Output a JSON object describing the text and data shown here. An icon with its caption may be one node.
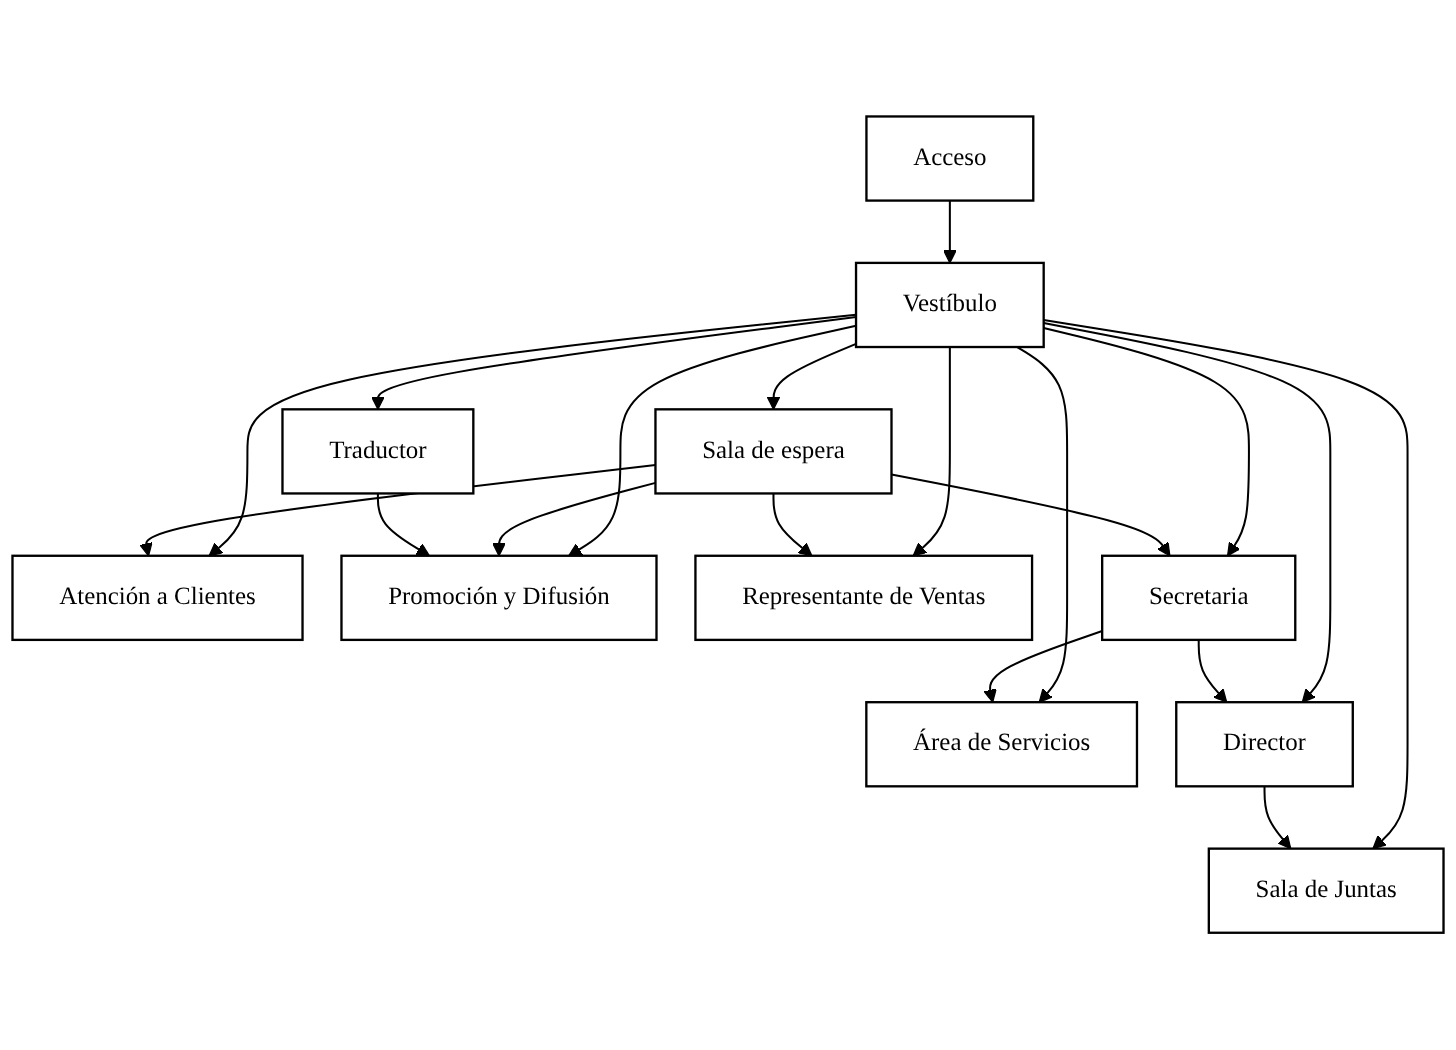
{
  "diagram": {
    "nodes": [
      {
        "text": [
          "Sala de Juntas"
        ]
      },
      {
        "text": [
          "Acceso"
        ]
      },
      {
        "text": [
          "Director"
        ]
      },
      {
        "text": [
          "Vestíbulo"
        ]
      },
      {
        "text": [
          "Área de Servicios"
        ]
      },
      {
        "text": [
          "Sala de espera"
        ]
      },
      {
        "text": [
          "Secretaria"
        ]
      },
      {
        "text": [
          "Representante de Ventas"
        ]
      },
      {
        "text": [
          "Traductor"
        ]
      },
      {
        "text": [
          "Promoción y Difusión"
        ]
      },
      {
        "text": [
          "Atención a Clientes"
        ]
      }
    ],
    "edges": [
      {
        "from": 1,
        "to": 3,
        "arrow": "to"
      },
      {
        "from": 3,
        "to": 0,
        "arrow": "to"
      },
      {
        "from": 3,
        "to": 2,
        "arrow": "to"
      },
      {
        "from": 2,
        "to": 0,
        "arrow": "to"
      },
      {
        "from": 3,
        "to": 4,
        "arrow": "to"
      },
      {
        "from": 3,
        "to": 5,
        "arrow": "to"
      },
      {
        "from": 3,
        "to": 6,
        "arrow": "to"
      },
      {
        "from": 3,
        "to": 7,
        "arrow": "to"
      },
      {
        "from": 3,
        "to": 8,
        "arrow": "to"
      },
      {
        "from": 3,
        "to": 9,
        "arrow": "to"
      },
      {
        "from": 3,
        "to": 10,
        "arrow": "to"
      },
      {
        "from": 5,
        "to": 6,
        "arrow": "to"
      },
      {
        "from": 5,
        "to": 7,
        "arrow": "to"
      },
      {
        "from": 5,
        "to": 9,
        "arrow": "to"
      },
      {
        "from": 5,
        "to": 10,
        "arrow": "to"
      },
      {
        "from": 8,
        "to": 9,
        "arrow": "to"
      },
      {
        "from": 6,
        "to": 4,
        "arrow": "to"
      },
      {
        "from": 6,
        "to": 2,
        "arrow": "to"
      }
    ]
  }
}
